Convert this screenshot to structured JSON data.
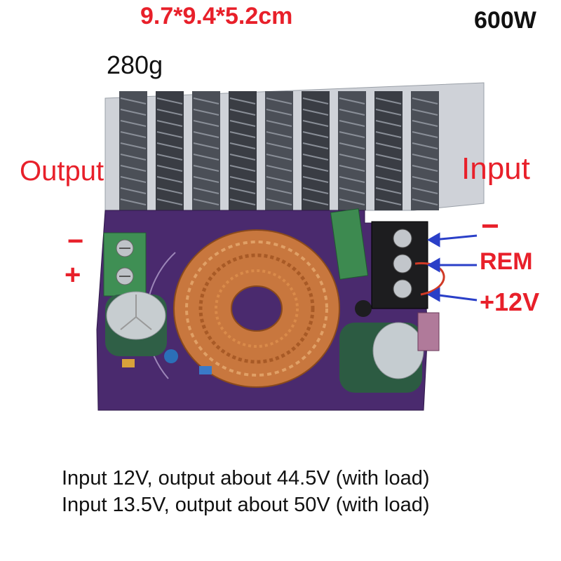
{
  "labels": {
    "dimensions": "9.7*9.4*5.2cm",
    "power": "600W",
    "weight": "280g",
    "output": "Output",
    "input": "Input",
    "output_minus": "−",
    "output_plus": "+",
    "input_minus": "−",
    "rem": "REM",
    "plus_12v": "+12V"
  },
  "captions": [
    "Input 12V, output about 44.5V (with load)",
    "Input 13.5V, output about 50V (with load)"
  ],
  "colors": {
    "accent_red": "#e8202a",
    "pcb_purple": "#4a2a6e",
    "heatsink": "#c9ccd2",
    "copper": "#c8773e",
    "arrow_blue": "#2a3fc8"
  }
}
